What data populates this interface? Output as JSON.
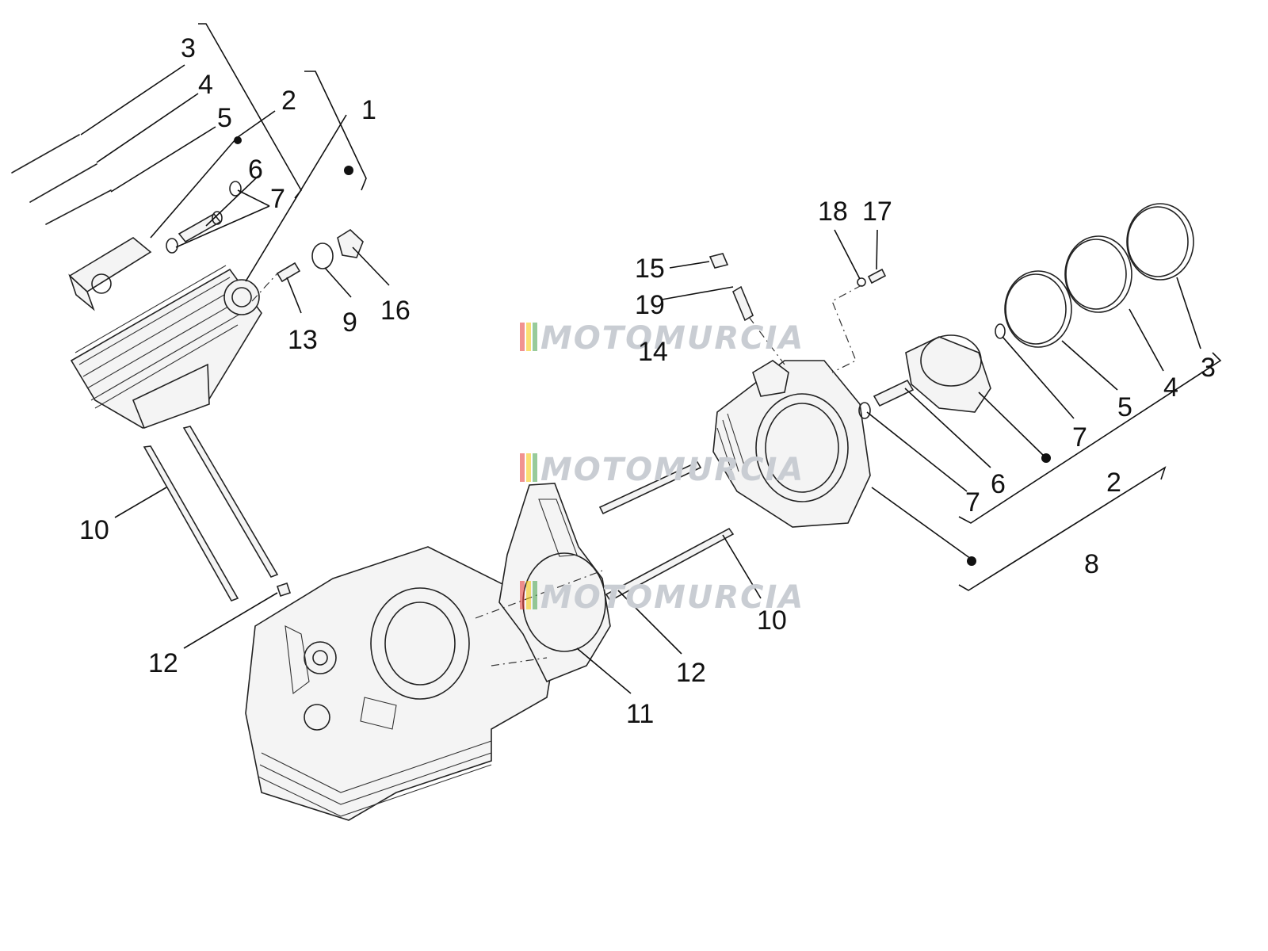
{
  "diagram": {
    "labels": {
      "l1": "1",
      "l2_top": "2",
      "l3_top": "3",
      "l4_top": "4",
      "l5_top": "5",
      "l6_top": "6",
      "l7_top": "7",
      "l9": "9",
      "l10_left": "10",
      "l12_left": "12",
      "l13": "13",
      "l16": "16",
      "l14": "14",
      "l15": "15",
      "l17": "17",
      "l18": "18",
      "l19": "19",
      "l3_right": "3",
      "l4_right": "4",
      "l5_right": "5",
      "l7_right_upper": "7",
      "l6_right": "6",
      "l7_right_lower": "7",
      "l2_right": "2",
      "l8": "8",
      "l10_mid": "10",
      "l12_mid": "12",
      "l11": "11"
    },
    "watermark": {
      "text": "MOTOMURCIA",
      "stripe_colors": [
        "#e53935",
        "#f5c400",
        "#43a047"
      ]
    }
  }
}
